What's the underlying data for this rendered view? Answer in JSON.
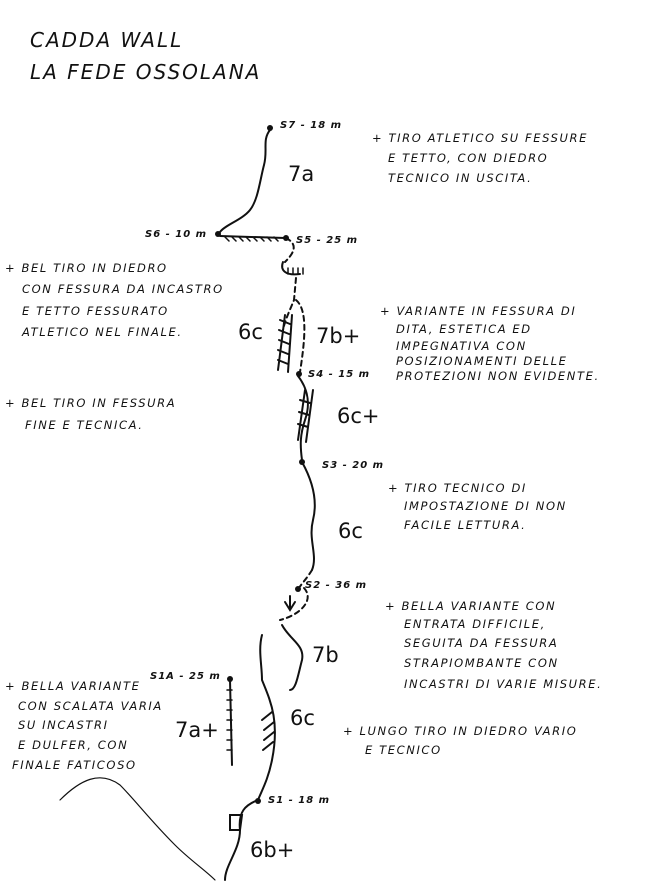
{
  "title": {
    "line1": "CADDA WALL",
    "line2": "LA FEDE OSSOLANA"
  },
  "belays": {
    "s7": "S7 - 18 m",
    "s6": "S6 - 10 m",
    "s5": "S5 - 25 m",
    "s4": "S4 - 15 m",
    "s3": "S3 - 20 m",
    "s2": "S2 - 36 m",
    "s1a": "S1A - 25 m",
    "s1": "S1 - 18 m"
  },
  "grades": {
    "p7": "7a",
    "p6_left": "6c",
    "p6_var": "7b+",
    "p5": "6c+",
    "p4": "6c",
    "p3_var": "7b",
    "p2_var": "7a+",
    "p2": "6c",
    "p1": "6b+"
  },
  "notes": {
    "p7": [
      "+ TIRO ATLETICO SU FESSURE",
      "E TETTO, CON DIEDRO",
      "TECNICO IN USCITA."
    ],
    "p6_left": [
      "+ BEL TIRO IN DIEDRO",
      "CON FESSURA DA INCASTRO",
      "E TETTO FESSURATO",
      "ATLETICO NEL FINALE."
    ],
    "p6_var": [
      "+ VARIANTE IN FESSURA DI",
      "DITA, ESTETICA ED",
      "IMPEGNATIVA CON",
      "POSIZIONAMENTI DELLE",
      "PROTEZIONI NON EVIDENTE."
    ],
    "p5": [
      "+ BEL TIRO IN FESSURA",
      "FINE E TECNICA."
    ],
    "p4": [
      "+ TIRO TECNICO DI",
      "IMPOSTAZIONE DI NON",
      "FACILE LETTURA."
    ],
    "p3_var": [
      "+ BELLA VARIANTE CON",
      "ENTRATA DIFFICILE,",
      "SEGUITA DA FESSURA",
      "STRAPIOMBANTE CON",
      "INCASTRI DI VARIE MISURE."
    ],
    "p2_var": [
      "+ BELLA VARIANTE",
      "CON SCALATA VARIA",
      "SU INCASTRI",
      "E DULFER, CON",
      "FINALE FATICOSO"
    ],
    "p2": [
      "+ LUNGO TIRO IN DIEDRO VARIO",
      "E TECNICO"
    ]
  },
  "colors": {
    "ink": "#111111",
    "paper": "#ffffff"
  }
}
